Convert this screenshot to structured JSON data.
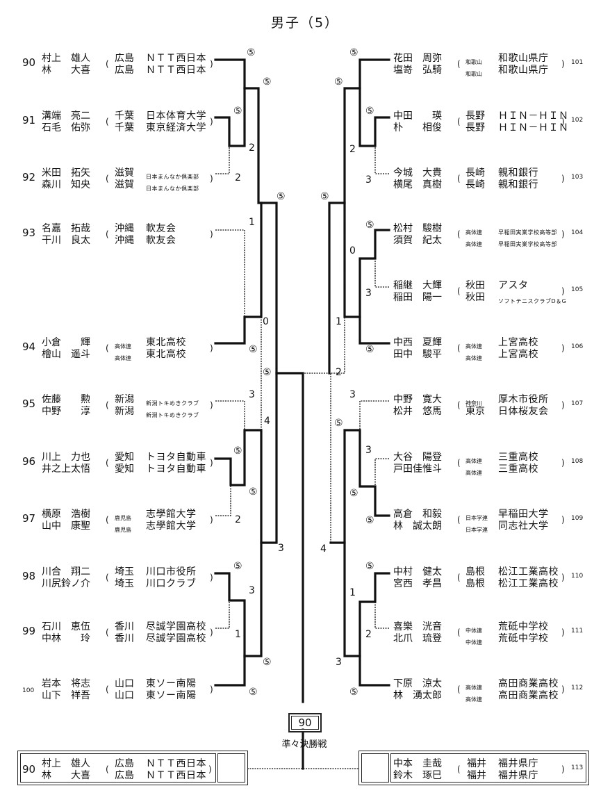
{
  "title": "男子（5）",
  "final": {
    "winner_number": "90",
    "round_label": "準々決勝戦"
  },
  "pairs_left": [
    {
      "num": "90",
      "p1": "村上　雄人",
      "p2": "林　　大喜",
      "pref1": "広島",
      "pref2": "広島",
      "team1": "ＮＴＴ西日本",
      "team2": "ＮＴＴ西日本",
      "pref_small": false,
      "team_small": false
    },
    {
      "num": "91",
      "p1": "溝端　亮二",
      "p2": "石毛　佑弥",
      "pref1": "千葉",
      "pref2": "千葉",
      "team1": "日本体育大学",
      "team2": "東京経済大学",
      "pref_small": false,
      "team_small": false
    },
    {
      "num": "92",
      "p1": "米田　拓矢",
      "p2": "森川　知央",
      "pref1": "滋賀",
      "pref2": "滋賀",
      "team1": "日本まんなか倶楽部",
      "team2": "日本まんなか倶楽部",
      "pref_small": false,
      "team_small": true
    },
    {
      "num": "93",
      "p1": "名嘉　拓哉",
      "p2": "干川　良太",
      "pref1": "沖縄",
      "pref2": "沖縄",
      "team1": "軟友会",
      "team2": "軟友会",
      "pref_small": false,
      "team_small": false
    },
    {
      "num": "94",
      "p1": "小倉　　輝",
      "p2": "檜山　遥斗",
      "pref1": "高体連",
      "pref2": "高体連",
      "team1": "東北高校",
      "team2": "東北高校",
      "pref_small": true,
      "team_small": false
    },
    {
      "num": "95",
      "p1": "佐藤　　勲",
      "p2": "中野　　淳",
      "pref1": "新潟",
      "pref2": "新潟",
      "team1": "新潟トキめきクラブ",
      "team2": "新潟トキめきクラブ",
      "pref_small": false,
      "team_small": true
    },
    {
      "num": "96",
      "p1": "川上　力也",
      "p2": "井之上太悟",
      "pref1": "愛知",
      "pref2": "愛知",
      "team1": "トヨタ自動車",
      "team2": "トヨタ自動車",
      "pref_small": false,
      "team_small": false
    },
    {
      "num": "97",
      "p1": "横原　浩樹",
      "p2": "山中　康聖",
      "pref1": "鹿児島",
      "pref2": "鹿児島",
      "team1": "志學館大学",
      "team2": "志學館大学",
      "pref_small": true,
      "team_small": false
    },
    {
      "num": "98",
      "p1": "川合　翔二",
      "p2": "川尻鈴ノ介",
      "pref1": "埼玉",
      "pref2": "埼玉",
      "team1": "川口市役所",
      "team2": "川口クラブ",
      "pref_small": false,
      "team_small": false
    },
    {
      "num": "99",
      "p1": "石川　恵伍",
      "p2": "中林　　玲",
      "pref1": "香川",
      "pref2": "香川",
      "team1": "尽誠学園高校",
      "team2": "尽誠学園高校",
      "pref_small": false,
      "team_small": false
    },
    {
      "num": "100",
      "p1": "岩本　将志",
      "p2": "山下　祥吾",
      "pref1": "山口",
      "pref2": "山口",
      "team1": "東ソー南陽",
      "team2": "東ソー南陽",
      "pref_small": false,
      "team_small": false
    }
  ],
  "pairs_right": [
    {
      "num": "101",
      "p1": "花田　周弥",
      "p2": "塩嵜　弘騎",
      "pref1": "和歌山",
      "pref2": "和歌山",
      "team1": "和歌山県庁",
      "team2": "和歌山県庁",
      "pref_small": true,
      "team_small": false
    },
    {
      "num": "102",
      "p1": "中田　　瑛",
      "p2": "朴　　相俊",
      "pref1": "長野",
      "pref2": "長野",
      "team1": "ＨＩＮ－ＨＩＮ",
      "team2": "ＨＩＮ－ＨＩＮ",
      "pref_small": false,
      "team_small": false
    },
    {
      "num": "103",
      "p1": "今城　大貴",
      "p2": "横尾　真樹",
      "pref1": "長崎",
      "pref2": "長崎",
      "team1": "親和銀行",
      "team2": "親和銀行",
      "pref_small": false,
      "team_small": false
    },
    {
      "num": "104",
      "p1": "松村　駿樹",
      "p2": "須賀　紀太",
      "pref1": "高体連",
      "pref2": "高体連",
      "team1": "早稲田実業学校高等部",
      "team2": "早稲田実業学校高等部",
      "pref_small": true,
      "team_small": true
    },
    {
      "num": "105",
      "p1": "稲継　大輝",
      "p2": "稲田　陽一",
      "pref1": "秋田",
      "pref2": "秋田",
      "team1": "アスタ",
      "team2": "ソフトテニスクラブD＆G",
      "pref_small": false,
      "team_small": false,
      "team2_small": true
    },
    {
      "num": "106",
      "p1": "中西　夏輝",
      "p2": "田中　駿平",
      "pref1": "高体連",
      "pref2": "高体連",
      "team1": "上宮高校",
      "team2": "上宮高校",
      "pref_small": true,
      "team_small": false
    },
    {
      "num": "107",
      "p1": "中野　寛大",
      "p2": "松井　悠馬",
      "pref1": "神奈川",
      "pref2": "東京",
      "team1": "厚木市役所",
      "team2": "日体桜友会",
      "pref_small": false,
      "team_small": false,
      "pref1_small": true
    },
    {
      "num": "108",
      "p1": "大谷　陽登",
      "p2": "戸田佳惟斗",
      "pref1": "高体連",
      "pref2": "高体連",
      "team1": "三重高校",
      "team2": "三重高校",
      "pref_small": true,
      "team_small": false
    },
    {
      "num": "109",
      "p1": "高倉　和毅",
      "p2": "林　誠太朗",
      "pref1": "日本学連",
      "pref2": "日本学連",
      "team1": "早稲田大学",
      "team2": "同志社大学",
      "pref_small": true,
      "team_small": false
    },
    {
      "num": "110",
      "p1": "中村　健太",
      "p2": "宮西　孝昌",
      "pref1": "島根",
      "pref2": "島根",
      "team1": "松江工業高校",
      "team2": "松江工業高校",
      "pref_small": false,
      "team_small": false
    },
    {
      "num": "111",
      "p1": "喜樂　洸音",
      "p2": "北爪　琉登",
      "pref1": "中体連",
      "pref2": "中体連",
      "team1": "荒砥中学校",
      "team2": "荒砥中学校",
      "pref_small": true,
      "team_small": false
    },
    {
      "num": "112",
      "p1": "下原　涼太",
      "p2": "林　湧太郎",
      "pref1": "高体連",
      "pref2": "高体連",
      "team1": "高田商業高校",
      "team2": "高田商業高校",
      "pref_small": true,
      "team_small": false
    }
  ],
  "bottom_left": {
    "num": "90",
    "p1": "村上　雄人",
    "p2": "林　　大喜",
    "pref1": "広島",
    "pref2": "広島",
    "team1": "ＮＴＴ西日本",
    "team2": "ＮＴＴ西日本"
  },
  "bottom_right": {
    "num": "113",
    "p1": "中本　圭哉",
    "p2": "鈴木　琢巳",
    "pref1": "福井",
    "pref2": "福井",
    "team1": "福井県庁",
    "team2": "福井県庁"
  },
  "scores": {
    "five": "⑤",
    "l_a": "2",
    "l_b": "2",
    "l_c": "1",
    "l_d": "0",
    "l_e": "3",
    "l_f": "4",
    "l_g": "2",
    "l_h": "3",
    "l_i": "3",
    "l_j": "1",
    "r_a": "2",
    "r_b": "3",
    "r_c": "0",
    "r_d": "3",
    "r_e": "1",
    "r_f": "2",
    "r_g": "3",
    "r_h": "3",
    "r_i": "4",
    "r_j": "1",
    "r_k": "2",
    "r_l": "3"
  }
}
